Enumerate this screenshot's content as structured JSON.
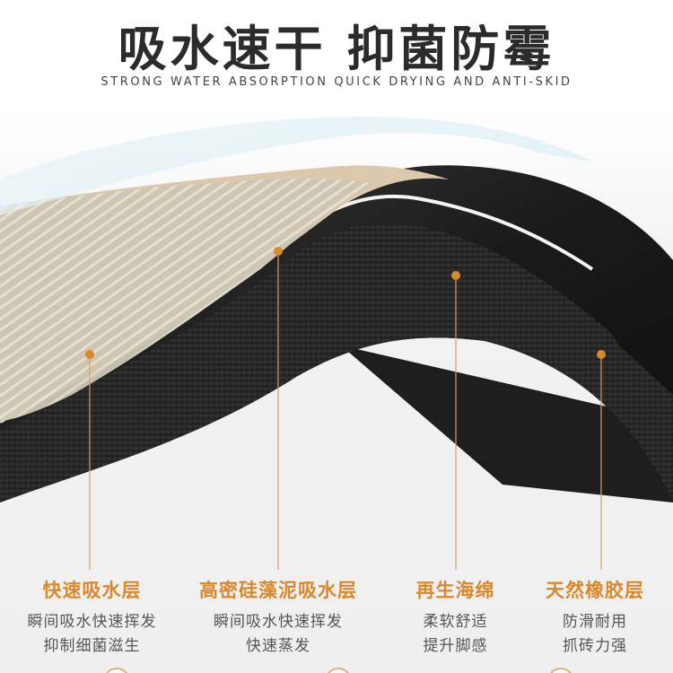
{
  "header": {
    "title": "吸水速干 抑菌防霉",
    "subtitle": "STRONG WATER ABSORPTION QUICK DRYING AND ANTI-SKID"
  },
  "layers": [
    {
      "name": "快速吸水层",
      "desc_line1": "瞬间吸水快速挥发",
      "desc_line2": "抑制细菌滋生"
    },
    {
      "name": "高密硅藻泥吸水层",
      "desc_line1": "瞬间吸水快速挥发",
      "desc_line2": "快速蒸发"
    },
    {
      "name": "再生海绵",
      "desc_line1": "柔软舒适",
      "desc_line2": "提升脚感"
    },
    {
      "name": "天然橡胶层",
      "desc_line1": "防滑耐用",
      "desc_line2": "抓砖力强"
    }
  ],
  "colors": {
    "accent": "#d9882b",
    "title_text": "#2b2b2b",
    "rubber": "#1c1c1c",
    "sponge": "#2a2a2a",
    "diatom": "#d8c4a8",
    "top_layer": "#cfc9b8"
  }
}
